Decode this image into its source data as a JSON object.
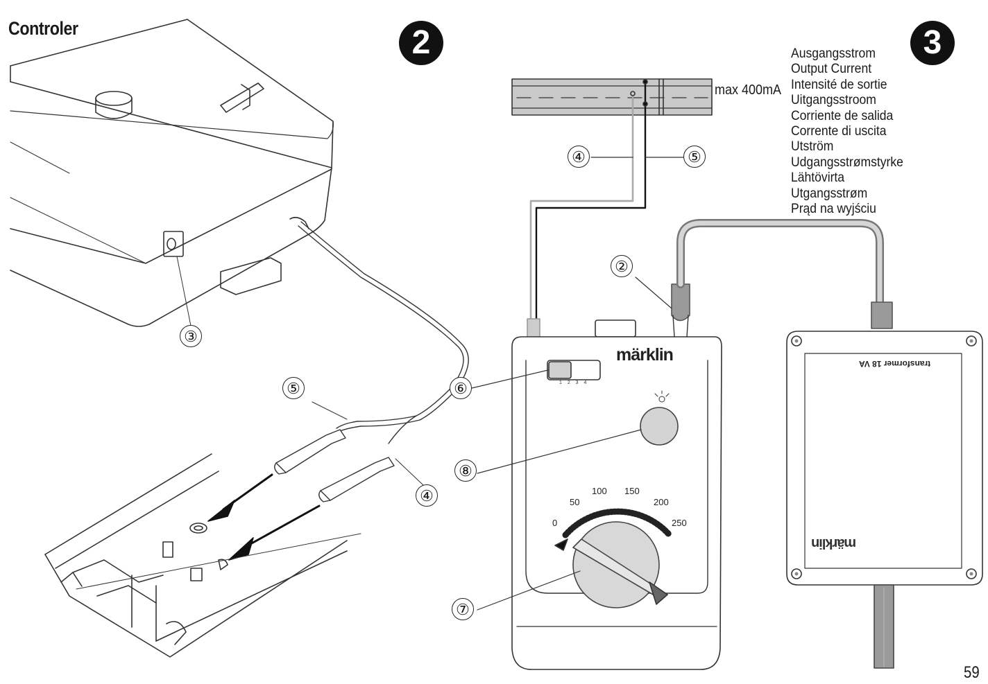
{
  "title": "Controler",
  "steps": [
    "2",
    "3"
  ],
  "output_current_label": "max 400mA",
  "output_current_translations": [
    "Ausgangsstrom",
    "Output Current",
    "Intensité de sortie",
    "Uitgangsstroom",
    "Corriente de salida",
    "Corrente di uscita",
    "Utström",
    "Udgangsstrømstyrke",
    "Lähtövirta",
    "Utgangsstrøm",
    "Prąd na wyjściu"
  ],
  "callouts": {
    "c2": "②",
    "c3": "③",
    "c4a": "④",
    "c5a": "⑤",
    "c4b": "④",
    "c5b": "⑤",
    "c6": "⑥",
    "c7": "⑦",
    "c8": "⑧"
  },
  "dial_scale": [
    "0",
    "50",
    "100",
    "150",
    "200",
    "250"
  ],
  "switch_positions": "1 2 3 4",
  "controller_brand": "märklin",
  "transformer_label": "transformer 18 VA",
  "transformer_brand": "märklin",
  "page_number": "59"
}
